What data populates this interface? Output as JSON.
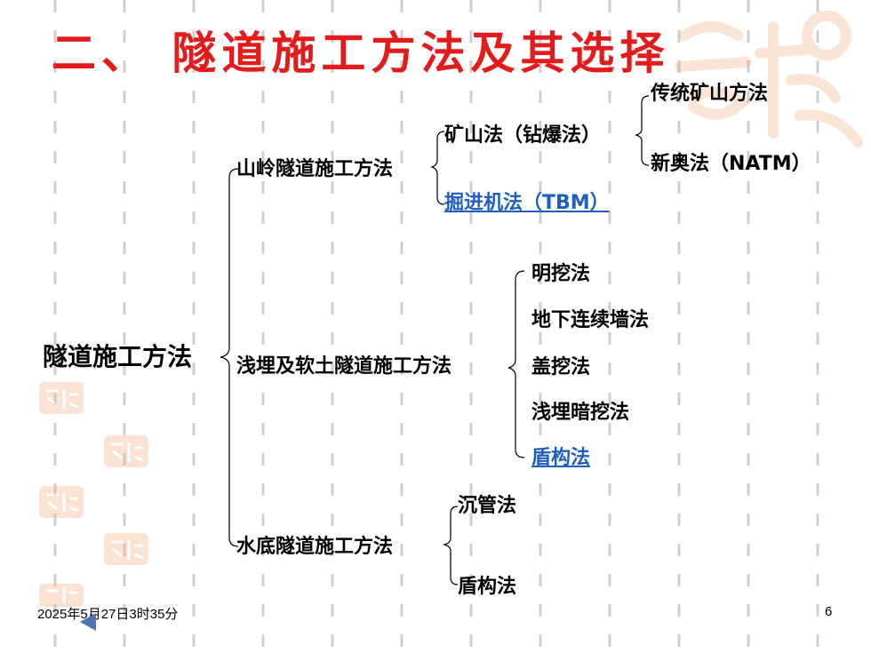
{
  "title": "二、 隧道施工方法及其选择",
  "tree": {
    "root": "隧道施工方法",
    "branches": [
      {
        "label": "山岭隧道施工方法",
        "children": [
          {
            "label": "矿山法（钻爆法）",
            "children": [
              "传统矿山方法",
              "新奥法（NATM）"
            ]
          },
          {
            "label": "掘进机法（TBM）"
          }
        ]
      },
      {
        "label": "浅埋及软土隧道施工方法",
        "children": [
          "明挖法",
          "地下连续墙法",
          "盖挖法",
          "浅埋暗挖法",
          "盾构法"
        ]
      },
      {
        "label": "水底隧道施工方法",
        "children": [
          "沉管法",
          "盾构法"
        ]
      }
    ]
  },
  "footer": {
    "date": "2025年5月27日3时35分",
    "page": "6"
  },
  "colors": {
    "title": "#e31b1b",
    "link": "#1f5fbf",
    "decor": "#f0a070"
  },
  "icons": {
    "back": "triangle-left-icon",
    "seal": "seal-stamp-icon"
  }
}
